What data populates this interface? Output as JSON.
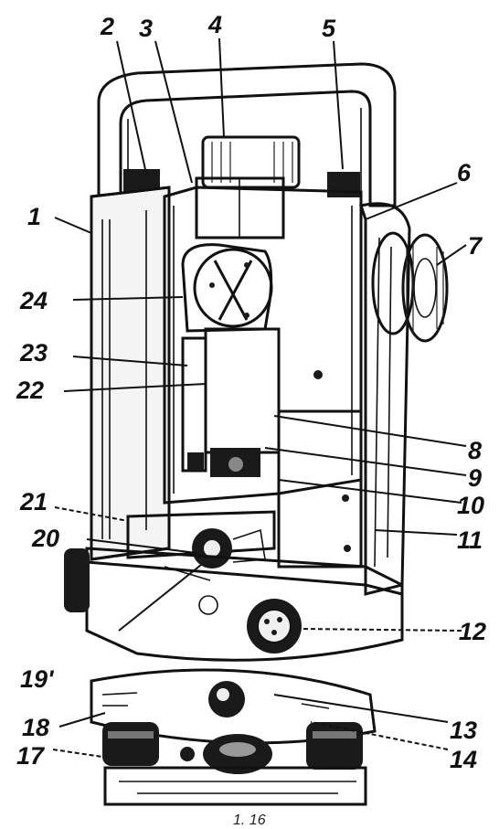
{
  "figure": {
    "caption": "1. 16",
    "callouts": [
      {
        "id": "1",
        "label": "1"
      },
      {
        "id": "2",
        "label": "2"
      },
      {
        "id": "3",
        "label": "3"
      },
      {
        "id": "4",
        "label": "4"
      },
      {
        "id": "5",
        "label": "5"
      },
      {
        "id": "6",
        "label": "6"
      },
      {
        "id": "7",
        "label": "7"
      },
      {
        "id": "8",
        "label": "8"
      },
      {
        "id": "9",
        "label": "9"
      },
      {
        "id": "10",
        "label": "10"
      },
      {
        "id": "11",
        "label": "11"
      },
      {
        "id": "12",
        "label": "12"
      },
      {
        "id": "13",
        "label": "13"
      },
      {
        "id": "14",
        "label": "14"
      },
      {
        "id": "17",
        "label": "17"
      },
      {
        "id": "18",
        "label": "18"
      },
      {
        "id": "19",
        "label": "19'"
      },
      {
        "id": "20",
        "label": "20"
      },
      {
        "id": "21",
        "label": "21"
      },
      {
        "id": "22",
        "label": "22"
      },
      {
        "id": "23",
        "label": "23"
      },
      {
        "id": "24",
        "label": "24"
      }
    ]
  }
}
